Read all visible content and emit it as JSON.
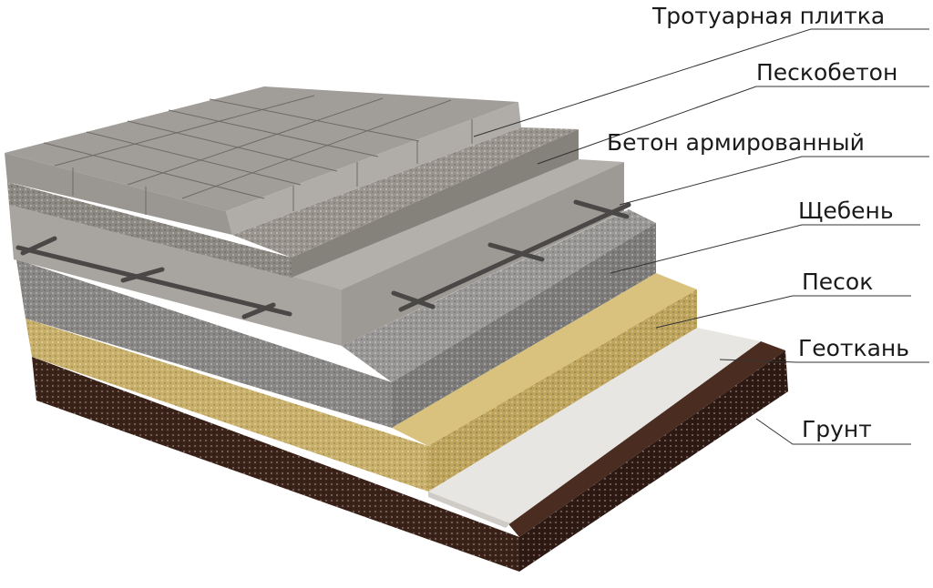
{
  "labels": [
    {
      "id": "tile",
      "text": "Тротуарная плитка"
    },
    {
      "id": "sand-concrete",
      "text": "Пескобетон"
    },
    {
      "id": "reinforced-concrete",
      "text": "Бетон армированный"
    },
    {
      "id": "gravel",
      "text": "Щебень"
    },
    {
      "id": "sand",
      "text": "Песок"
    },
    {
      "id": "geotextile",
      "text": "Геоткань"
    },
    {
      "id": "soil",
      "text": "Грунт"
    }
  ],
  "colors": {
    "tile": "#a19d98",
    "sand_concrete": "#8c8882",
    "concrete": "#a8a49f",
    "gravel": "#8a8886",
    "sand": "#c9b06a",
    "geotextile": "#e8e6e3",
    "soil": "#3a2219",
    "rebar": "#4a4846"
  }
}
